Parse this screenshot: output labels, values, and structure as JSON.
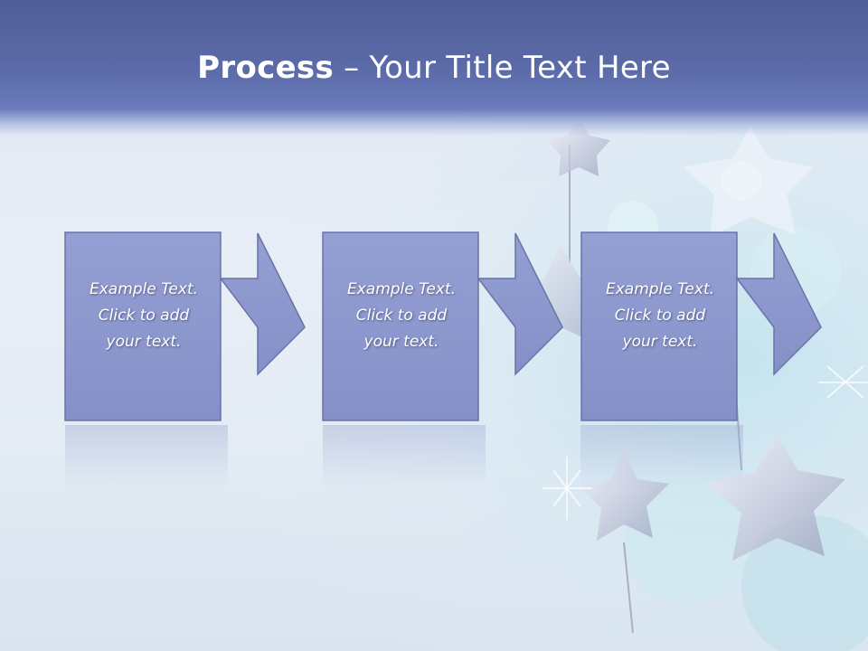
{
  "slide": {
    "title_bold": "Process",
    "title_rest": " – Your Title Text Here"
  },
  "steps": [
    {
      "text": "Example Text.\nClick  to add\nyour text."
    },
    {
      "text": "Example Text.\nClick  to add\nyour text."
    },
    {
      "text": "Example Text.\nClick  to add\nyour text."
    }
  ],
  "colors": {
    "title_band": "#5d6caa",
    "box_fill": "#8c97cc",
    "box_border": "#6a73a8"
  }
}
